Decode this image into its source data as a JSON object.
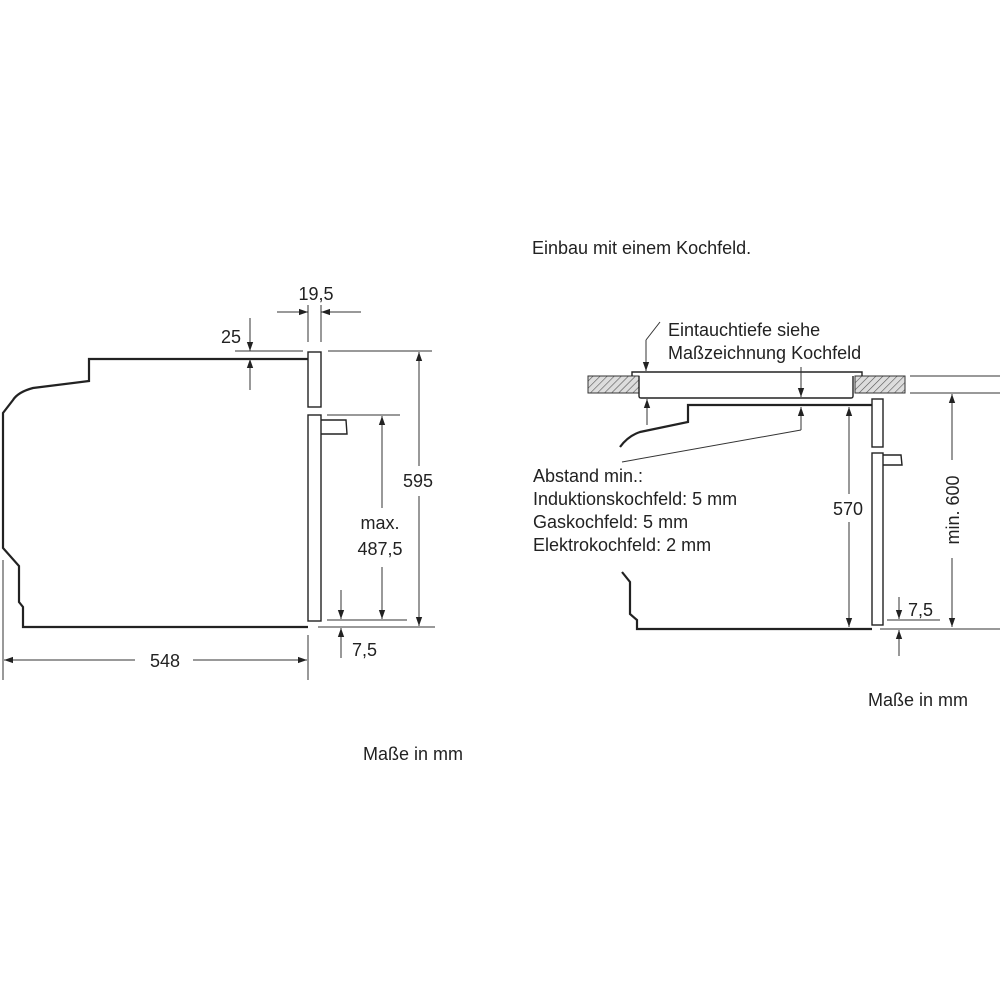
{
  "left_drawing": {
    "dim_door_thickness": "19,5",
    "dim_top_offset": "25",
    "dim_height": "595",
    "dim_max_label": "max.",
    "dim_max_value": "487,5",
    "dim_bottom_offset": "7,5",
    "dim_depth": "548",
    "units_note": "Maße in mm"
  },
  "right_drawing": {
    "title": "Einbau mit einem Kochfeld.",
    "hob_note_line1": "Eintauchtiefe siehe",
    "hob_note_line2": "Maßzeichnung Kochfeld",
    "distance_lines": [
      "Abstand min.:",
      "Induktionskochfeld: 5 mm",
      "Gaskochfeld: 5 mm",
      "Elektrokochfeld: 2 mm"
    ],
    "dim_height": "570",
    "dim_min_niche": "min. 600",
    "dim_bottom_offset": "7,5",
    "units_note": "Maße in mm"
  }
}
